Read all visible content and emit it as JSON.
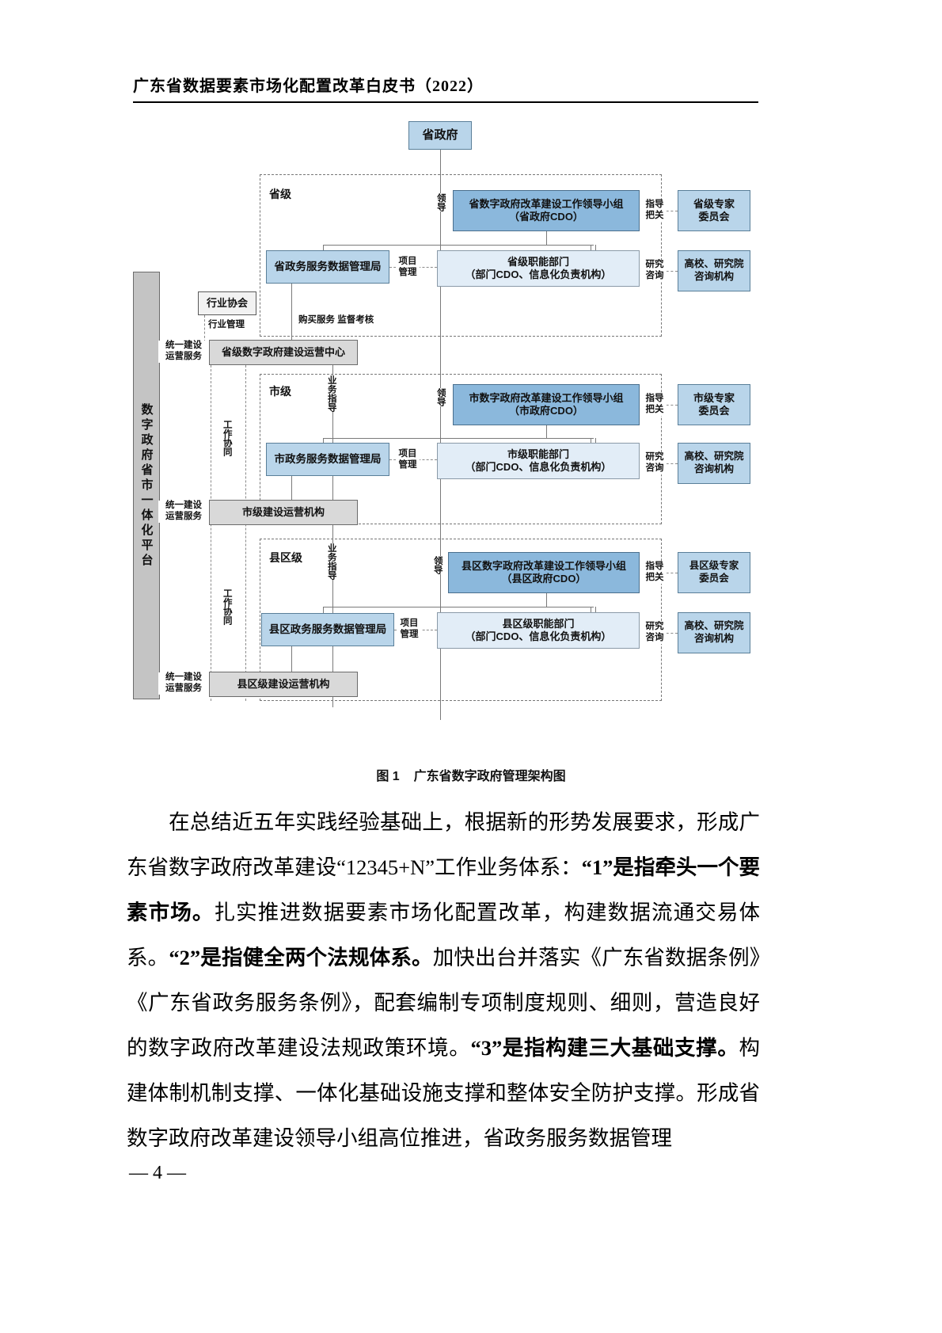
{
  "header": {
    "running_title": "广东省数据要素市场化配置改革白皮书（2022）"
  },
  "figure": {
    "caption_number": "图 1",
    "caption_text": "广东省数字政府管理架构图",
    "top_node": "省政府",
    "platform_label": "数字政府省市一体化平台",
    "levels": [
      {
        "key": "province",
        "label": "省级",
        "leading_group": "省数字政府改革建设工作领导小组\n（省政府CDO）",
        "leading_group_line1": "省数字政府改革建设工作领导小组",
        "leading_group_line2": "（省政府CDO）",
        "bureau": "省政务服务数据管理局",
        "functional_line1": "省级职能部门",
        "functional_line2": "（部门CDO、信息化负责机构）",
        "expert_line1": "省级专家",
        "expert_line2": "委员会",
        "research_line1": "高校、研究院",
        "research_line2": "咨询机构"
      },
      {
        "key": "city",
        "label": "市级",
        "leading_group_line1": "市数字政府改革建设工作领导小组",
        "leading_group_line2": "（市政府CDO）",
        "bureau": "市政务服务数据管理局",
        "functional_line1": "市级职能部门",
        "functional_line2": "（部门CDO、信息化负责机构）",
        "expert_line1": "市级专家",
        "expert_line2": "委员会",
        "research_line1": "高校、研究院",
        "research_line2": "咨询机构"
      },
      {
        "key": "county",
        "label": "县区级",
        "leading_group_line1": "县区数字政府改革建设工作领导小组",
        "leading_group_line2": "（县区政府CDO）",
        "bureau": "县区政务服务数据管理局",
        "functional_line1": "县区级职能部门",
        "functional_line2": "（部门CDO、信息化负责机构）",
        "expert_line1": "县区级专家",
        "expert_line2": "委员会",
        "research_line1": "高校、研究院",
        "research_line2": "咨询机构"
      }
    ],
    "side_nodes": {
      "industry_assoc": "行业协会",
      "province_op_center": "省级数字政府建设运营中心",
      "city_op_org": "市级建设运营机构",
      "county_op_org": "县区级建设运营机构"
    },
    "edge_labels": {
      "lead": "领导",
      "guide_check_1": "指导",
      "guide_check_2": "把关",
      "research_1": "研究",
      "research_2": "咨询",
      "project_1": "项目",
      "project_2": "管理",
      "business_guide": "业务指导",
      "industry_manage": "行业管理",
      "purchase_supervise": "购买服务 监督考核",
      "unified_build_1": "统一建设",
      "unified_build_2": "运营服务",
      "work_coordination": "工作协同"
    }
  },
  "body": {
    "paragraph_plain_1": "在总结近五年实践经验基础上，根据新的形势发展要求，形成广东省数字政府改革建设“12345+N”工作业务体系：",
    "bold_1": "“1”是指牵头一个要素市场。",
    "plain_2": "扎实推进数据要素市场化配置改革，构建数据流通交易体系。",
    "bold_2": "“2”是指健全两个法规体系。",
    "plain_3": "加快出台并落实《广东省数据条例》《广东省政务服务条例》，配套编制专项制度规则、细则，营造良好的数字政府改革建设法规政策环境。",
    "bold_3": "“3”是指构建三大基础支撑。",
    "plain_4": "构建体制机制支撑、一体化基础设施支撑和整体安全防护支撑。形成省数字政府改革建设领导小组高位推进，省政务服务数据管理"
  },
  "footer": {
    "page_number": "— 4 —"
  }
}
